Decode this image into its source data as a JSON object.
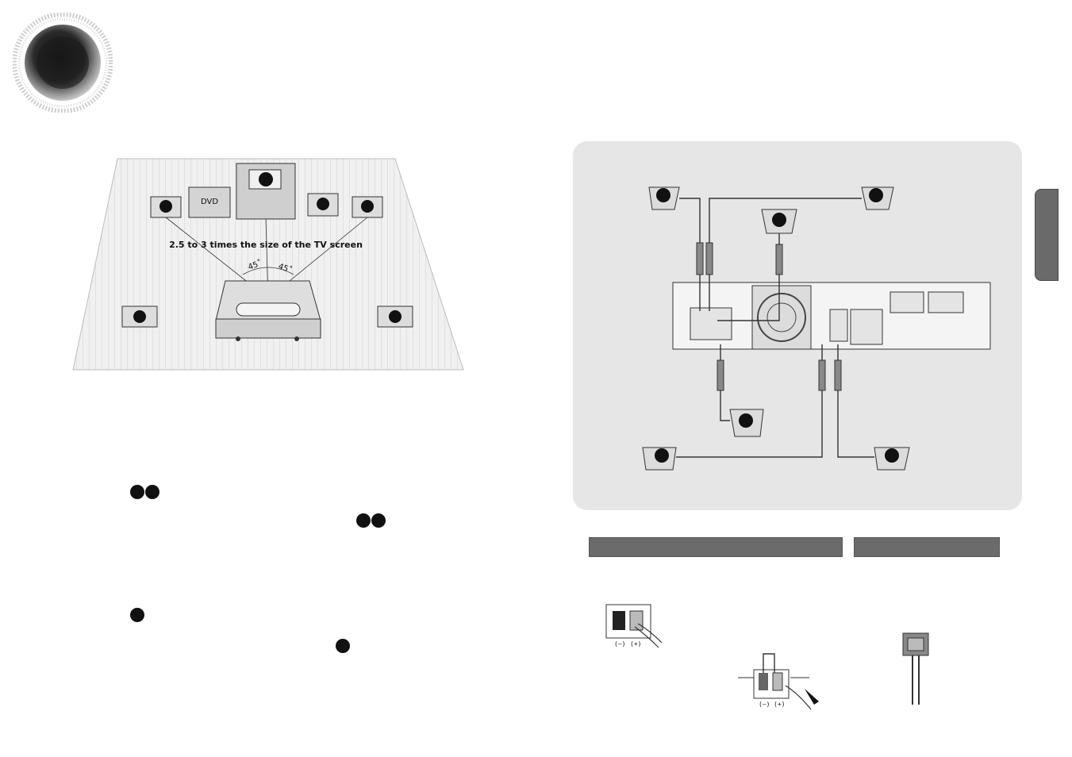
{
  "placement": {
    "dvd_label": "DVD",
    "distance_caption": "2.5 to 3 times the size of the TV screen",
    "angle_left": "45˚",
    "angle_right": "45˚"
  },
  "polarity": {
    "neg": "(–)",
    "pos": "(+)"
  },
  "colors": {
    "panel_bg": "#e6e6e6",
    "bar": "#6b6b6b",
    "tab": "#6a6a6a",
    "marker": "#111111"
  }
}
